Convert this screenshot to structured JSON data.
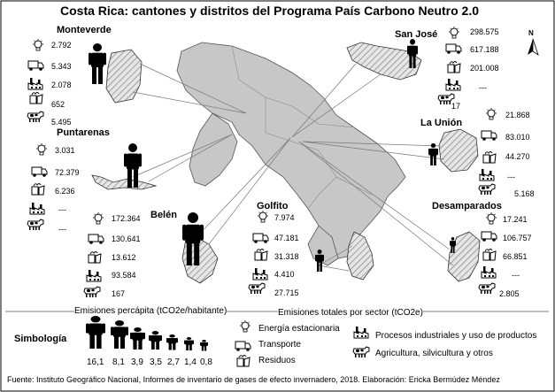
{
  "title": "Costa Rica: cantones y distritos del Programa País Carbono Neutro 2.0",
  "north": "N",
  "locations": [
    {
      "name": "Monteverde",
      "values": [
        "2.792",
        "5.343",
        "2.078",
        "652",
        "5.495"
      ]
    },
    {
      "name": "San José",
      "values": [
        "298.575",
        "617.188",
        "201.008",
        "---",
        "17"
      ]
    },
    {
      "name": "Puntarenas",
      "values": [
        "3.031",
        "72.379",
        "6.236",
        "---",
        "---"
      ]
    },
    {
      "name": "La Unión",
      "values": [
        "21.868",
        "83.010",
        "44.270",
        "---",
        "5.168"
      ]
    },
    {
      "name": "Belén",
      "values": [
        "172.364",
        "130.641",
        "13.612",
        "93.584",
        "167"
      ]
    },
    {
      "name": "Golfito",
      "values": [
        "7.974",
        "47.181",
        "31.318",
        "4.410",
        "27.715"
      ]
    },
    {
      "name": "Desamparados",
      "values": [
        "17.241",
        "106.757",
        "66.851",
        "---",
        "2.805"
      ]
    }
  ],
  "legend": {
    "heading": "Simbología",
    "percapita_title": "Emisiones percápita (tCO2e/habitante)",
    "percapita_values": [
      "16,1",
      "8,1",
      "3,9",
      "3,5",
      "2,7",
      "1,4",
      "0,8"
    ],
    "sector_title": "Emisiones totales por sector (tCO2e)",
    "sectors": {
      "energy": "Energía estacionaria",
      "transport": "Transporte",
      "waste": "Residuos",
      "industrial": "Procesos industriales y uso de productos",
      "agri": "Agricultura, silvicultura y otros"
    }
  },
  "source": "Fuente: Instituto Geográfico Nacional, Informes de inventario de gases de efecto invernadero, 2018. Elaboración: Ericka Bermúdez Méndez",
  "icons": [
    "bulb-icon",
    "truck-icon",
    "waste-icon",
    "factory-icon",
    "cow-icon",
    "person-icon",
    "north-arrow-icon"
  ]
}
